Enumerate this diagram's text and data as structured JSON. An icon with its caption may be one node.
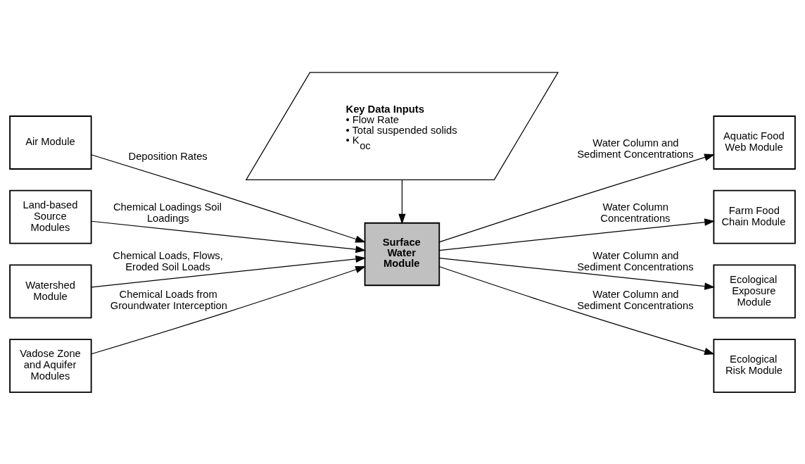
{
  "diagram": {
    "nodes": [
      {
        "text": [
          "Key Data Inputs",
          "• Flow Rate",
          "• Total suspended solids",
          "• K$_{oc}$"
        ]
      },
      {
        "text": [
          "Air Module"
        ]
      },
      {
        "text": [
          "Land-based Source Modules"
        ]
      },
      {
        "text": [
          "Watershed Module"
        ]
      },
      {
        "text": [
          "Vadose Zone and Aquifer Modules"
        ]
      },
      {
        "text": [
          "Surface Water Module"
        ]
      },
      {
        "text": [
          "Aquatic Food Web Module"
        ]
      },
      {
        "text": [
          "Farm Food Chain Module"
        ]
      },
      {
        "text": [
          "Ecological Exposure Module"
        ]
      },
      {
        "text": [
          "Ecological Risk Module"
        ]
      }
    ],
    "edges": [
      {
        "from": 0,
        "to": 5,
        "arrow": "to"
      },
      {
        "from": 1,
        "to": 5,
        "arrow": "to",
        "label": "Deposition Rates"
      },
      {
        "from": 2,
        "to": 5,
        "arrow": "to",
        "label": "Chemical Loadings Soil Loadings"
      },
      {
        "from": 3,
        "to": 5,
        "arrow": "to",
        "label": "Chemical Loads, Flows, Eroded Soil Loads"
      },
      {
        "from": 4,
        "to": 5,
        "arrow": "to",
        "label": "Chemical Loads from Groundwater Interception"
      },
      {
        "from": 5,
        "to": 6,
        "arrow": "to",
        "label": "Water Column and Sediment Concentrations"
      },
      {
        "from": 5,
        "to": 7,
        "arrow": "to",
        "label": "Water Column Concentrations"
      },
      {
        "from": 5,
        "to": 8,
        "arrow": "to",
        "label": "Water Column and Sediment Concentrations"
      },
      {
        "from": 5,
        "to": 9,
        "arrow": "to",
        "label": "Water Column and Sediment Concentrations"
      }
    ]
  }
}
